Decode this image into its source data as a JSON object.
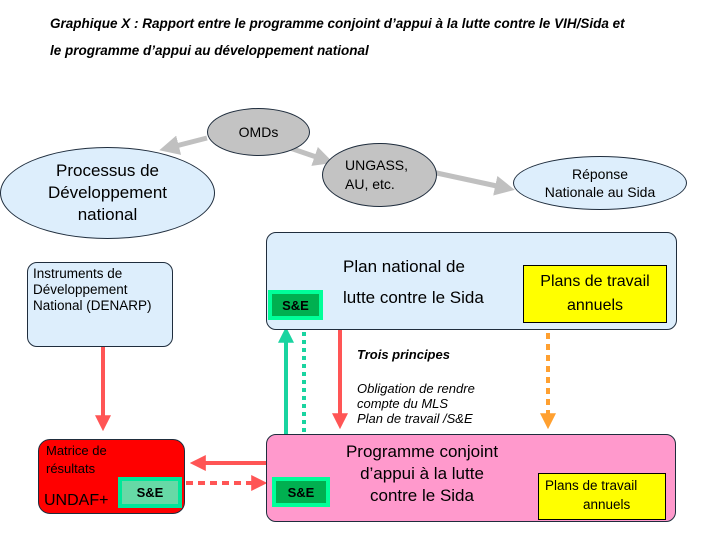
{
  "title": {
    "line1": "Graphique X : Rapport entre le programme conjoint d’appui à la lutte contre le VIH/Sida et",
    "line2": "le programme d’appui au développement national"
  },
  "nodes": {
    "omds": "OMDs",
    "processus": [
      "Processus de",
      "Développement",
      "national"
    ],
    "ungass": [
      "UNGASS,",
      "AU, etc."
    ],
    "reponse": [
      "Réponse",
      "Nationale au Sida"
    ],
    "instruments": [
      "Instruments de",
      "Développement",
      "National (DENARP)"
    ],
    "plan_national": [
      "Plan national de",
      "lutte contre le Sida"
    ],
    "plans_travail_top": [
      "Plans de travail",
      "annuels"
    ],
    "se_label": "S&E",
    "trois_principes": "Trois principes",
    "principes": [
      "Obligation de rendre",
      "compte du MLS",
      "Plan de travail /S&E"
    ],
    "matrice": [
      "Matrice de",
      "résultats",
      "UNDAF+"
    ],
    "programme": [
      "Programme conjoint",
      "d’appui à la lutte",
      "contre le Sida"
    ],
    "plans_travail_bottom": [
      "Plans de travail",
      "annuels"
    ]
  },
  "colors": {
    "light_blue": "#ddeefc",
    "grey": "#c3c3c3",
    "pink": "#ff99cc",
    "red": "#ff0000",
    "yellow": "#ffff00",
    "se_green": "#00b050",
    "arrow_red": "#ff5555",
    "arrow_orange": "#ffa030",
    "arrow_teal": "#19d4a0",
    "arrow_grey": "#c0c0c0"
  }
}
